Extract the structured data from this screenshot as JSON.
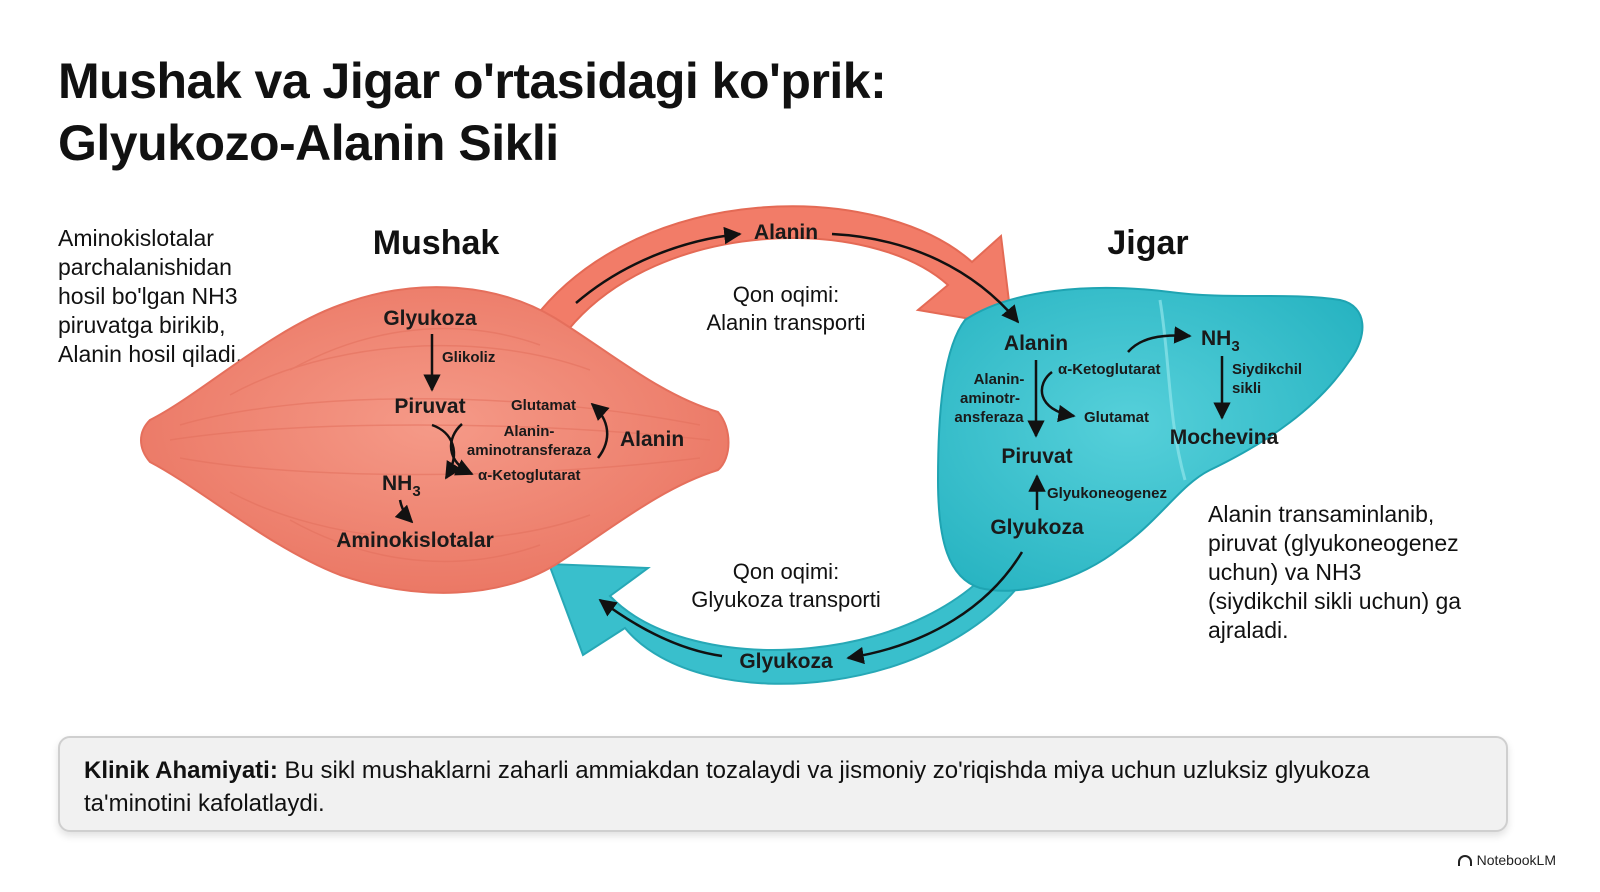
{
  "title": {
    "line1": "Mushak va Jigar o'rtasidagi ko'prik:",
    "line2": "Glyukozo-Alanin Sikli"
  },
  "left_note": [
    "Aminokislotalar",
    "parchalanishidan",
    "hosil bo'lgan NH3",
    "piruvatga birikib,",
    "Alanin hosil qiladi."
  ],
  "right_note": [
    "Alanin transaminlanib,",
    "piruvat (glyukoneogenez",
    "uchun) va NH3",
    "(siydikchil sikli uchun) ga",
    "ajraladi."
  ],
  "muscle": {
    "title": "Mushak",
    "glyukoza": "Glyukoza",
    "glikoliz": "Glikoliz",
    "piruvat": "Piruvat",
    "glutamat": "Glutamat",
    "enzyme_line1": "Alanin-",
    "enzyme_line2": "aminotransferaza",
    "ketoglutarat": "α-Ketoglutarat",
    "nh3": "NH",
    "nh3_sub": "3",
    "aminokislotalar": "Aminokislotalar",
    "alanin": "Alanin"
  },
  "liver": {
    "title": "Jigar",
    "alanin": "Alanin",
    "ketoglutarat": "α-Ketoglutarat",
    "nh3": "NH",
    "nh3_sub": "3",
    "siydikchil_line1": "Siydikchil",
    "siydikchil_line2": "sikli",
    "enzyme_line1": "Alanin-",
    "enzyme_line2": "aminotr-",
    "enzyme_line3": "ansferaza",
    "glutamat": "Glutamat",
    "mochevina": "Mochevina",
    "piruvat": "Piruvat",
    "glyukoneogenez": "Glyukoneogenez",
    "glyukoza": "Glyukoza"
  },
  "top_flow": {
    "label": "Alanin",
    "caption_line1": "Qon oqimi:",
    "caption_line2": "Alanin transporti"
  },
  "bottom_flow": {
    "label": "Glyukoza",
    "caption_line1": "Qon oqimi:",
    "caption_line2": "Glyukoza transporti"
  },
  "clinical": {
    "label": "Klinik Ahamiyati:",
    "text": " Bu sikl mushaklarni zaharli ammiakdan tozalaydi va jismoniy zo'riqishda miya uchun uzluksiz glyukoza ta'minotini kafolatlaydi."
  },
  "brand": "NotebookLM",
  "colors": {
    "muscle": "#f08a78",
    "muscle_edge": "#e56f5c",
    "liver": "#3cc4d0",
    "liver_edge": "#1fa4b2",
    "top_arrow": "#f27c68",
    "bottom_arrow": "#39bfcc"
  }
}
